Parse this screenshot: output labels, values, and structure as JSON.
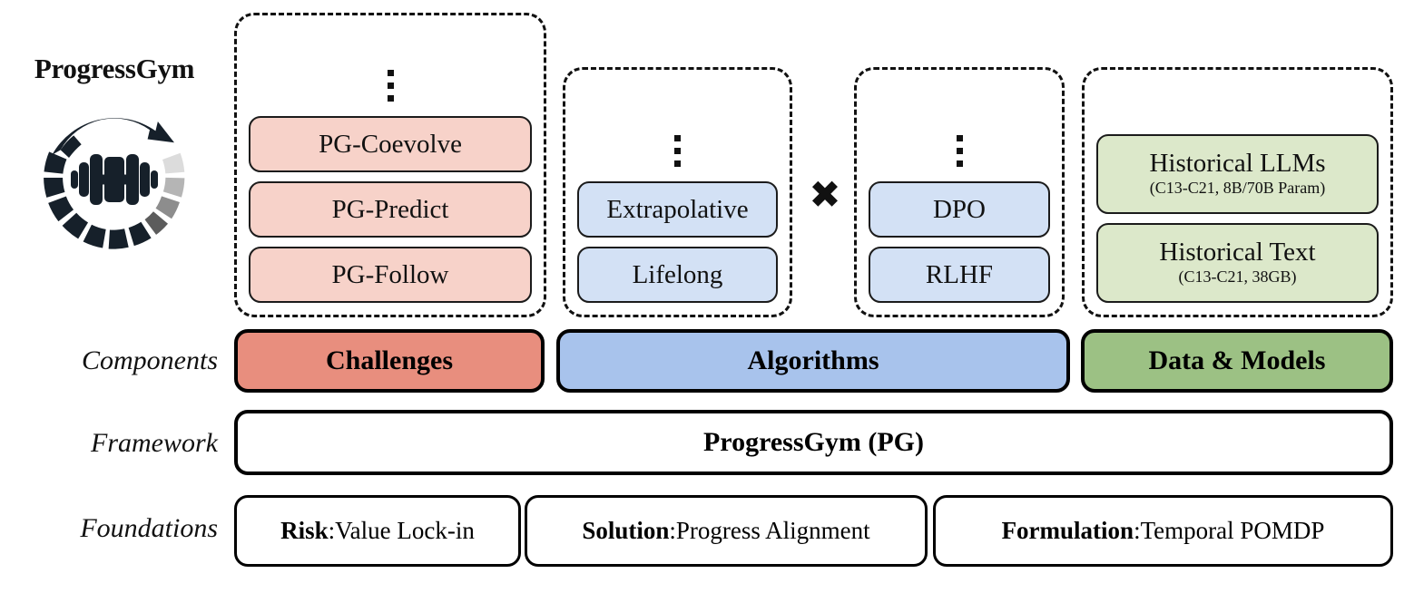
{
  "brand": {
    "title": "ProgressGym",
    "logo_icon": "progress-ring-dumbbell-logo"
  },
  "rows": {
    "components_label": "Components",
    "framework_label": "Framework",
    "foundations_label": "Foundations"
  },
  "groups": {
    "challenges": {
      "ellipsis": "vertical-ellipsis",
      "items": [
        {
          "title": "PG-Coevolve"
        },
        {
          "title": "PG-Predict"
        },
        {
          "title": "PG-Follow"
        }
      ]
    },
    "algorithms_a": {
      "ellipsis": "vertical-ellipsis",
      "items": [
        {
          "title": "Extrapolative"
        },
        {
          "title": "Lifelong"
        }
      ]
    },
    "algorithms_b": {
      "ellipsis": "vertical-ellipsis",
      "items": [
        {
          "title": "DPO"
        },
        {
          "title": "RLHF"
        }
      ]
    },
    "data_models": {
      "items": [
        {
          "title": "Historical LLMs",
          "sub": "(C13-C21, 8B/70B Param)"
        },
        {
          "title": "Historical Text",
          "sub": "(C13-C21, 38GB)"
        }
      ]
    }
  },
  "operators": {
    "times": "✖"
  },
  "components": [
    {
      "label": "Challenges"
    },
    {
      "label": "Algorithms"
    },
    {
      "label": "Data & Models"
    }
  ],
  "framework": {
    "label": "ProgressGym (PG)"
  },
  "foundations": [
    {
      "key": "Risk",
      "separator": ": ",
      "value": "Value Lock-in"
    },
    {
      "key": "Solution",
      "separator": ": ",
      "value": "Progress Alignment"
    },
    {
      "key": "Formulation",
      "separator": ": ",
      "value": "Temporal POMDP"
    }
  ],
  "colors": {
    "challenge_bar": "#E88E7E",
    "algorithm_bar": "#A8C3EC",
    "data_bar": "#9CC184",
    "challenge_chip": "#F7D2C9",
    "algorithm_chip": "#D3E1F5",
    "data_chip": "#DCE8CA",
    "stroke": "#000000"
  }
}
